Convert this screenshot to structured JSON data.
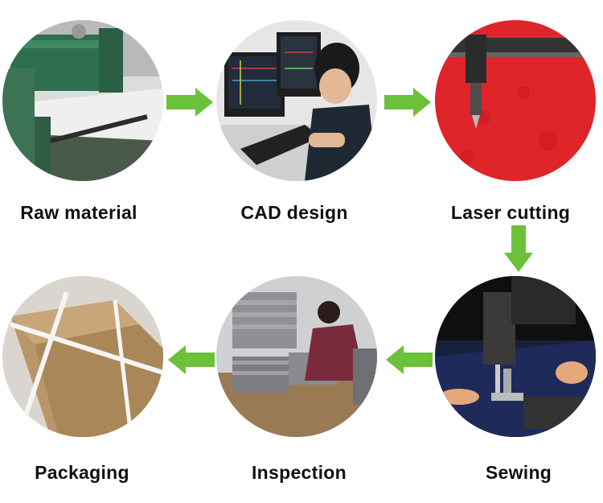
{
  "diagram": {
    "steps": [
      {
        "id": "raw-material",
        "label": "Raw material"
      },
      {
        "id": "cad-design",
        "label": "CAD design"
      },
      {
        "id": "laser-cutting",
        "label": "Laser cutting"
      },
      {
        "id": "sewing",
        "label": "Sewing"
      },
      {
        "id": "inspection",
        "label": "Inspection"
      },
      {
        "id": "packaging",
        "label": "Packaging"
      }
    ],
    "flow": [
      "raw-material",
      "cad-design",
      "laser-cutting",
      "sewing",
      "inspection",
      "packaging"
    ],
    "colors": {
      "arrow": "#6cc13a",
      "label": "#111111",
      "background": "#ffffff"
    }
  }
}
